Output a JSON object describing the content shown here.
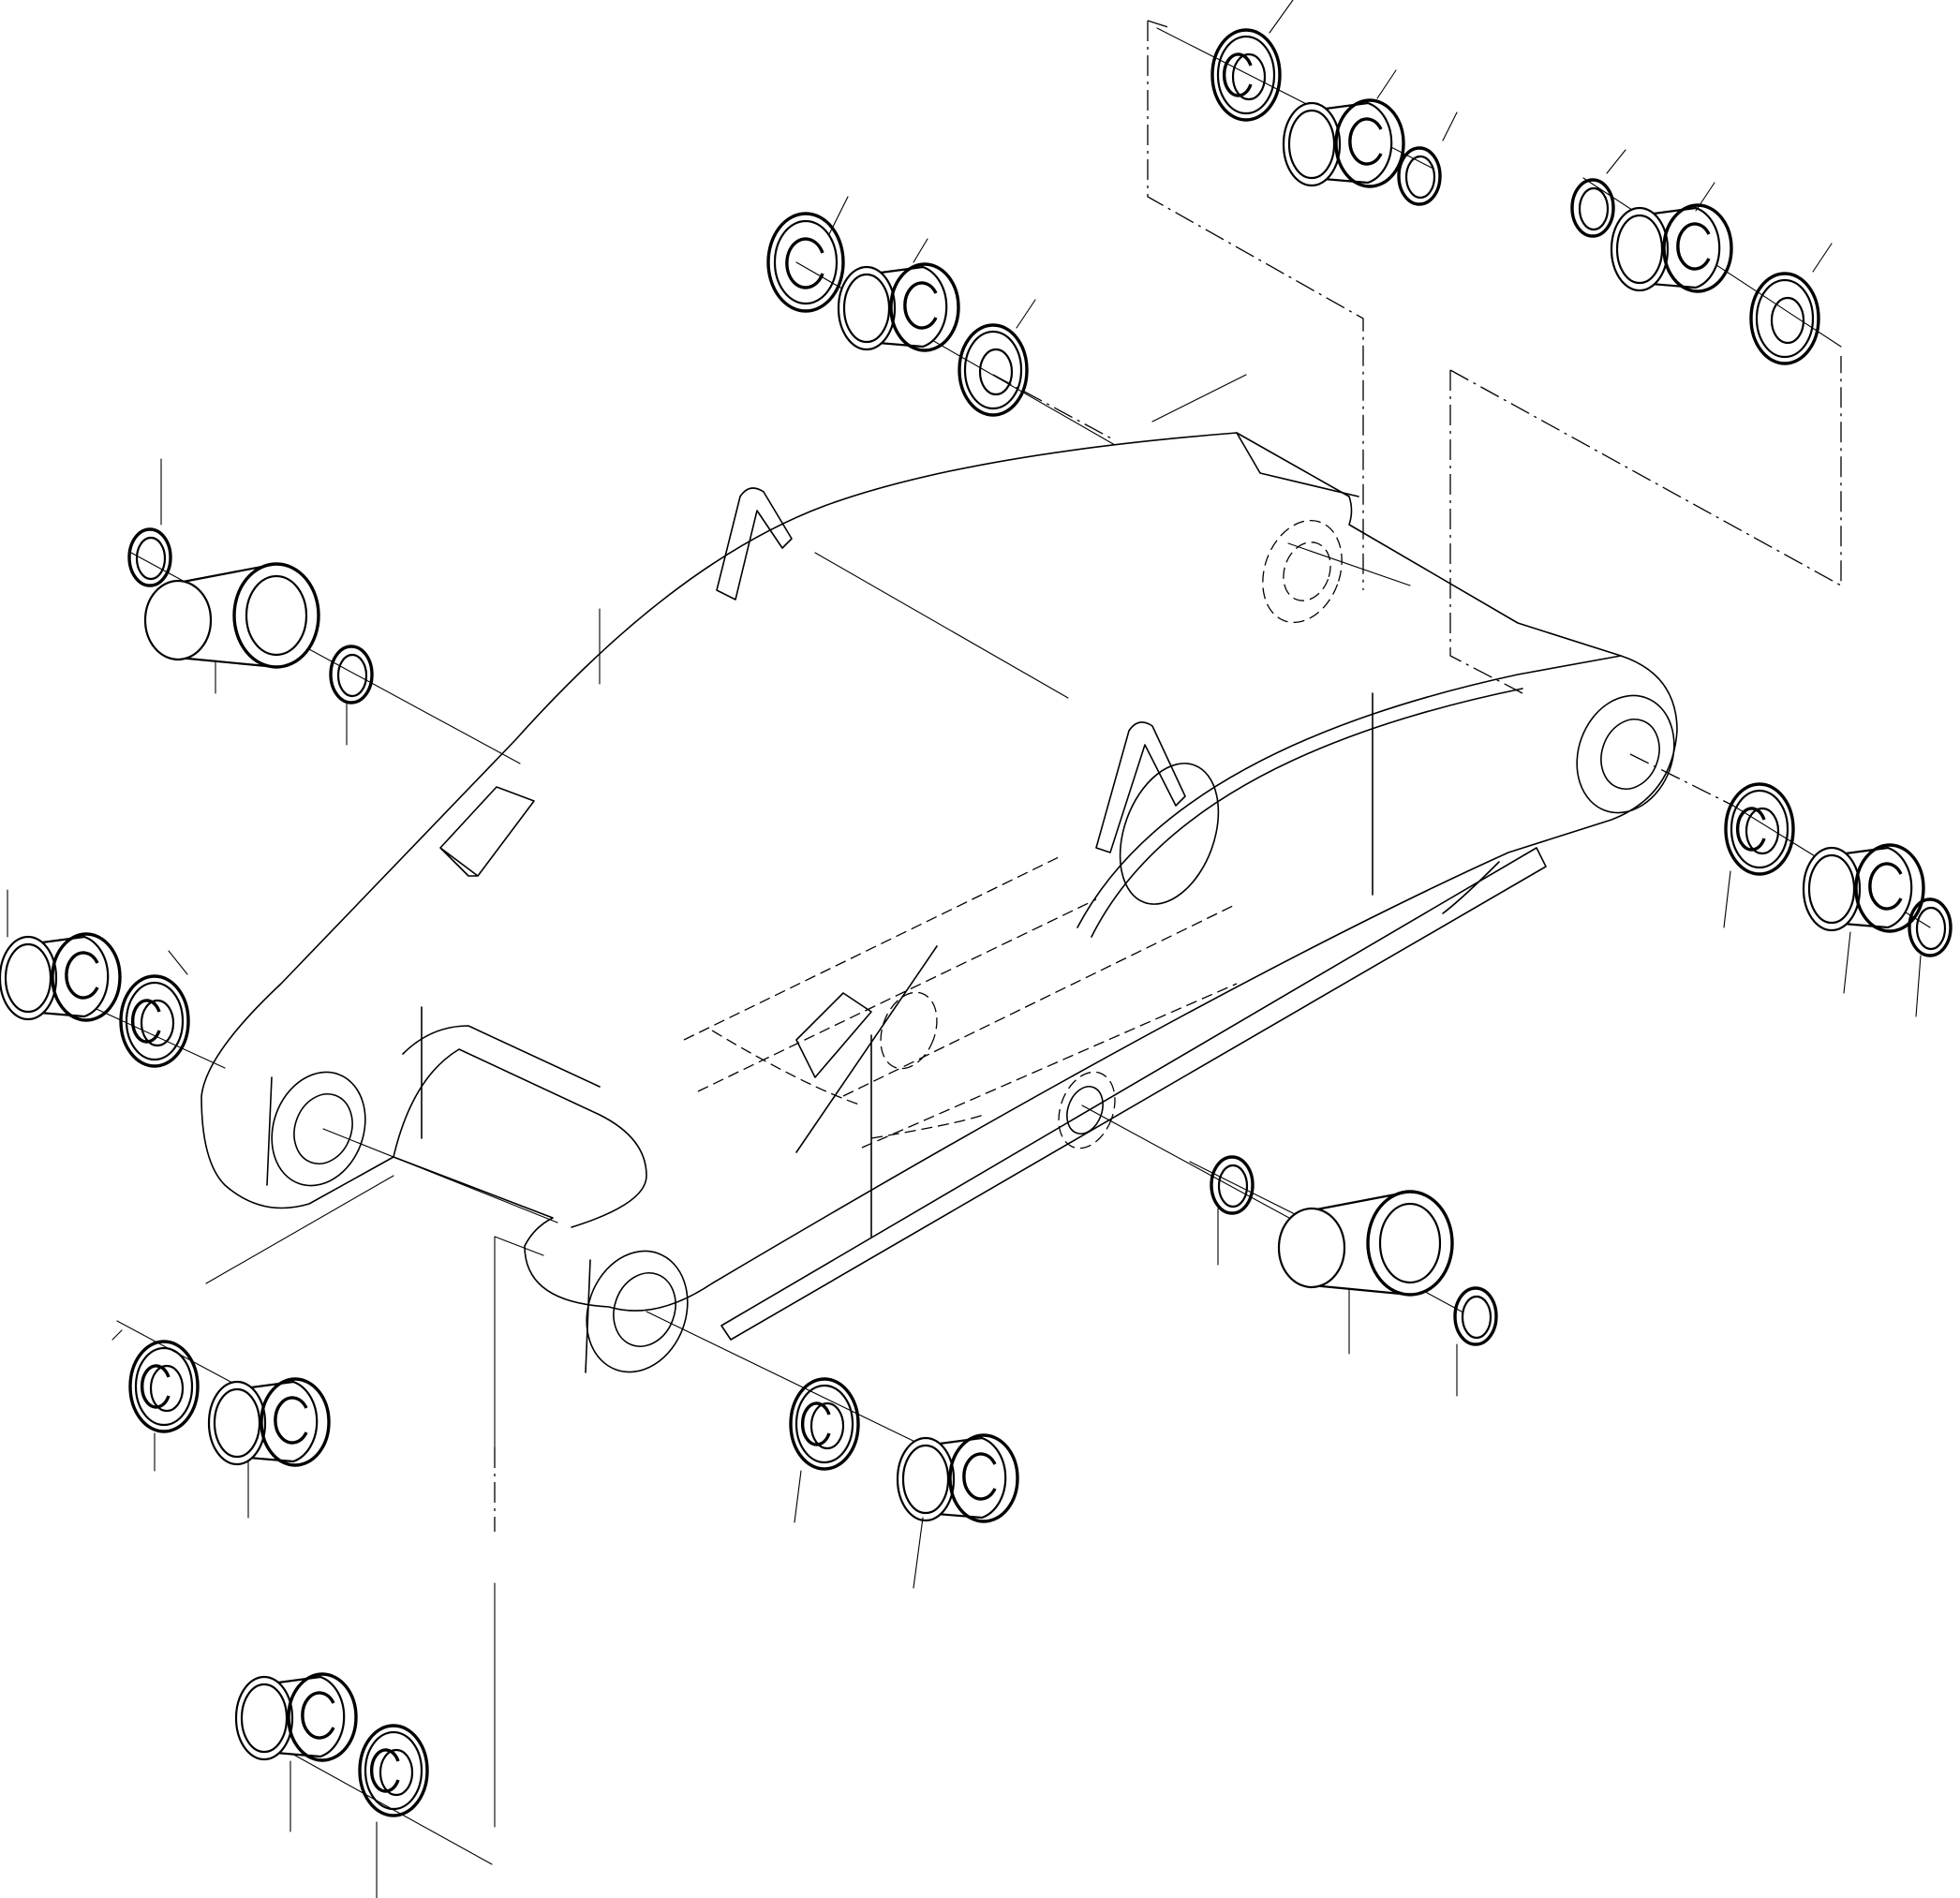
{
  "image": {
    "title": "",
    "description_visible_text": ""
  },
  "main_part": {
    "icon": "excavator-boom-arm-icon"
  },
  "parts": [
    {
      "kind": "flanged-bushing",
      "icon": "flanged-bushing-icon"
    },
    {
      "kind": "thrust-washer",
      "icon": "washer-icon"
    },
    {
      "kind": "o-ring-seal",
      "icon": "seal-ring-icon"
    },
    {
      "kind": "plain-bushing",
      "icon": "bushing-icon"
    }
  ],
  "leader_labels": []
}
